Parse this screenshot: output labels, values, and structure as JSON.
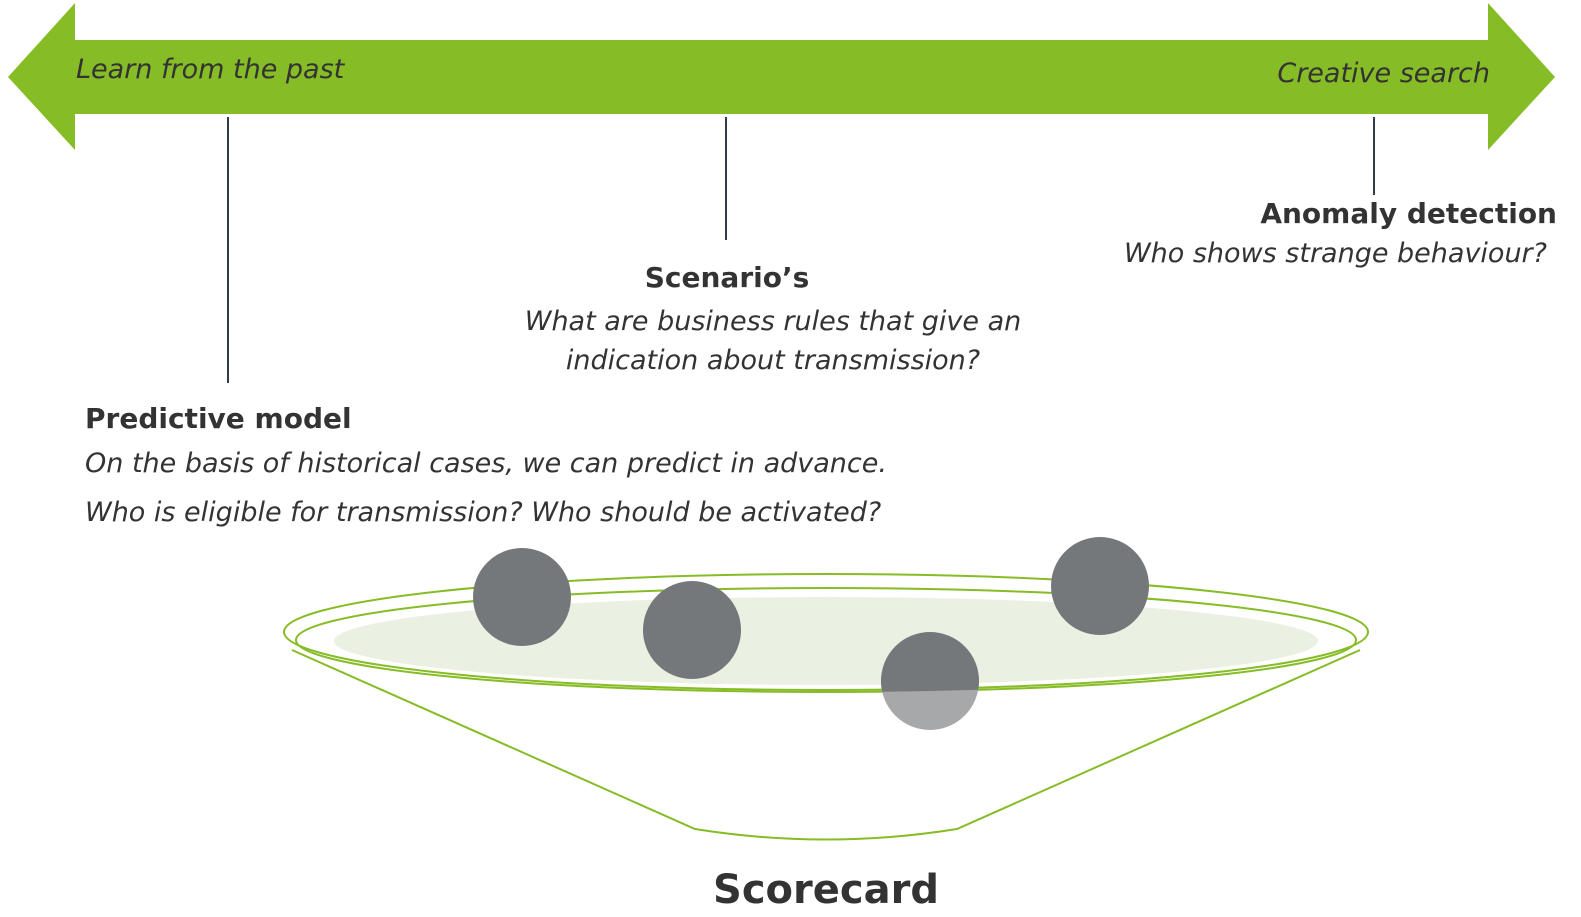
{
  "arrow": {
    "left_label": "Learn from the past",
    "right_label": "Creative search",
    "color": "#86BC25"
  },
  "methods": [
    {
      "title": "Predictive model",
      "description": [
        "On the basis of historical cases, we can predict in advance.",
        "Who is eligible for transmission? Who should be activated?"
      ]
    },
    {
      "title": "Scenario’s",
      "description": [
        "What are business rules that give an",
        "indication about transmission?"
      ]
    },
    {
      "title": "Anomaly detection",
      "description": [
        "Who shows strange behaviour?"
      ]
    }
  ],
  "funnel": {
    "label": "Scorecard",
    "outline_color": "#86BC25",
    "inner_fill": "#EAF1E2",
    "ball_color": "#75787B",
    "ball_lower_color": "#A7A8AA",
    "ball_count": 4
  },
  "connector_color": "#2F3A4A"
}
